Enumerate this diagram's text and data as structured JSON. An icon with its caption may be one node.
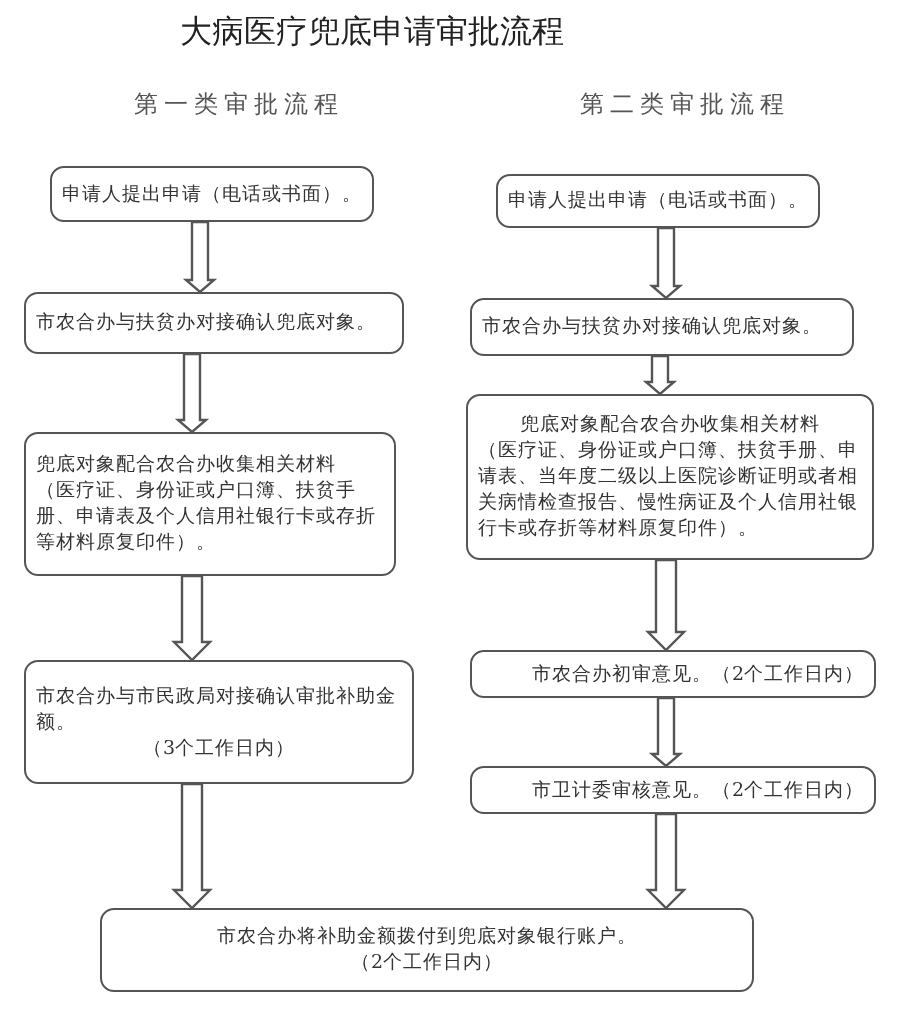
{
  "diagram": {
    "title": "大病医疗兜底申请审批流程",
    "nodes": [
      {
        "text": [
          "申请人提出申请（电话或书面）。"
        ]
      },
      {
        "text": [
          "市农合办与扶贫办对接确认兜底对象。"
        ]
      },
      {
        "text": [
          "兜底对象配合农合办收集相关材料",
          "（医疗证、身份证或户口簿、扶贫手册、申请表及个人信用社银行卡或存折等材料原复印件）。"
        ]
      },
      {
        "text": [
          "市农合办与市民政局对接确认审批补助金额。",
          "（3个工作日内）"
        ]
      },
      {
        "text": [
          "申请人提出申请（电话或书面）。"
        ]
      },
      {
        "text": [
          "市农合办与扶贫办对接确认兜底对象。"
        ]
      },
      {
        "text": [
          "兜底对象配合农合办收集相关材料",
          "（医疗证、身份证或户口簿、扶贫手册、申请表、当年度二级以上医院诊断证明或者相关病情检查报告、慢性病证及个人信用社银行卡或存折等材料原复印件）。"
        ]
      },
      {
        "text": [
          "市农合办初审意见。（2个工作日内）"
        ]
      },
      {
        "text": [
          "市卫计委审核意见。（2个工作日内）"
        ]
      },
      {
        "text": [
          "市农合办将补助金额拨付到兜底对象银行账户。",
          "（2个工作日内）"
        ]
      }
    ],
    "edges": [
      {
        "from": 0,
        "to": 1,
        "arrow": "to"
      },
      {
        "from": 1,
        "to": 2,
        "arrow": "to"
      },
      {
        "from": 2,
        "to": 3,
        "arrow": "to"
      },
      {
        "from": 3,
        "to": 9,
        "arrow": "to"
      },
      {
        "from": 4,
        "to": 5,
        "arrow": "to"
      },
      {
        "from": 5,
        "to": 6,
        "arrow": "to"
      },
      {
        "from": 6,
        "to": 7,
        "arrow": "to"
      },
      {
        "from": 7,
        "to": 8,
        "arrow": "to"
      },
      {
        "from": 8,
        "to": 9,
        "arrow": "to"
      }
    ],
    "labels": [
      "第一类审批流程",
      "第二类审批流程"
    ]
  }
}
